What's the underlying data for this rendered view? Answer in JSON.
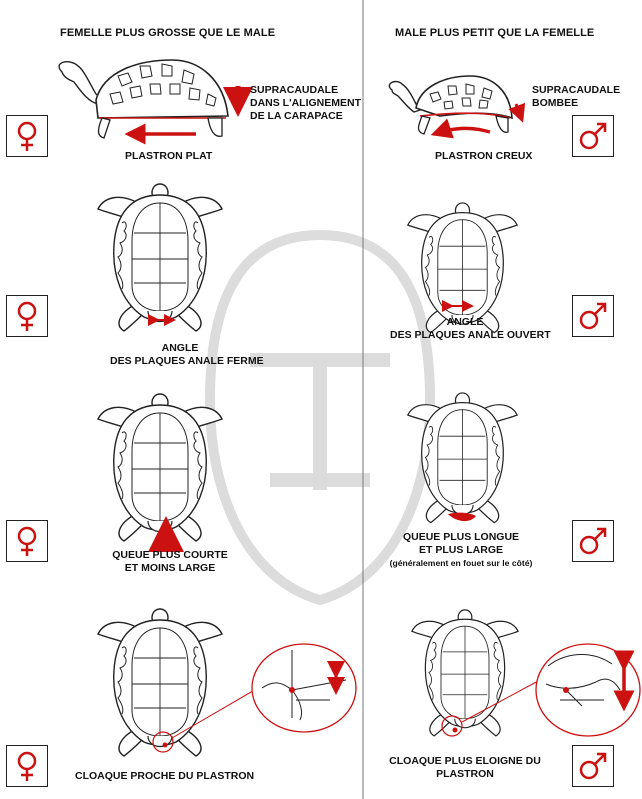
{
  "headers": {
    "female": "FEMELLE PLUS GROSSE QUE LE MALE",
    "male": "MALE PLUS PETIT QUE LA FEMELLE"
  },
  "female": {
    "supracaudale": [
      "SUPRACAUDALE",
      "DANS L'ALIGNEMENT",
      "DE LA CARAPACE"
    ],
    "plastron": "PLASTRON PLAT",
    "angle": [
      "ANGLE",
      "DES PLAQUES ANALE  FERME"
    ],
    "queue": [
      "QUEUE PLUS COURTE",
      "ET MOINS LARGE"
    ],
    "cloaque": "CLOAQUE PROCHE DU PLASTRON"
  },
  "male": {
    "supracaudale": [
      "SUPRACAUDALE",
      "BOMBEE"
    ],
    "plastron": "PLASTRON CREUX",
    "angle": [
      "ANGLE",
      "DES PLAQUES ANALE OUVERT"
    ],
    "queue": [
      "QUEUE PLUS LONGUE",
      "ET   PLUS LARGE",
      "(généralement en fouet sur le côté)"
    ],
    "cloaque": [
      "CLOAQUE PLUS ELOIGNE DU",
      "PLASTRON"
    ]
  },
  "icons": {
    "female_symbol": "female-symbol-icon",
    "male_symbol": "male-symbol-icon",
    "watermark": "tortoise-watermark"
  },
  "colors": {
    "accent_red": "#cc1111",
    "line": "#222222",
    "watermark": "#d9d9d9",
    "divider": "#777777"
  }
}
